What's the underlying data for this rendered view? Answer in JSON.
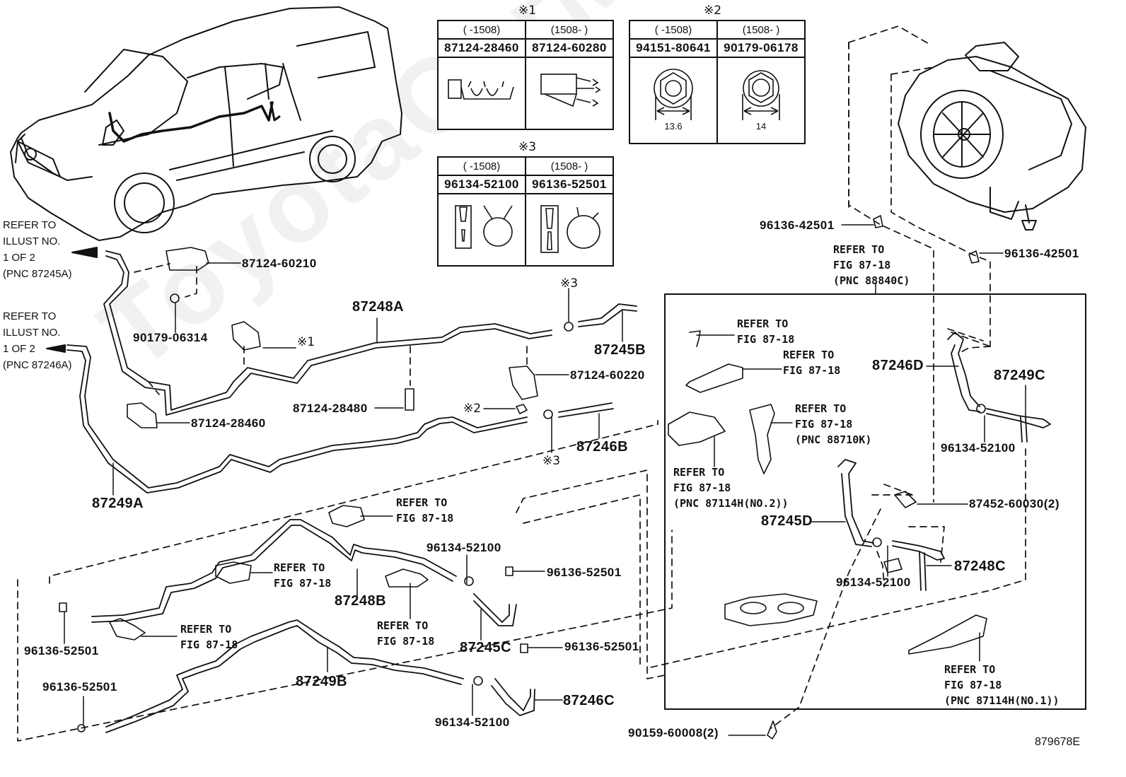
{
  "watermark": "ToyotaCarMine",
  "figure_id": "879678E",
  "variant_tables": [
    {
      "symbol": "※1",
      "columns": [
        {
          "range": "(      -1508)",
          "part_no": "87124-28460",
          "icon": "clamp-icon"
        },
        {
          "range": "(1508-      )",
          "part_no": "87124-60280",
          "icon": "clamp-icon"
        }
      ]
    },
    {
      "symbol": "※2",
      "columns": [
        {
          "range": "(      -1508)",
          "part_no": "94151-80641",
          "icon": "nut-icon",
          "dimension": "13.6"
        },
        {
          "range": "(1508-      )",
          "part_no": "90179-06178",
          "icon": "nut-icon",
          "dimension": "14"
        }
      ]
    },
    {
      "symbol": "※3",
      "columns": [
        {
          "range": "(      -1508)",
          "part_no": "96134-52100",
          "icon": "hose-clamp-icon"
        },
        {
          "range": "(1508-      )",
          "part_no": "96136-52501",
          "icon": "hose-clamp-icon"
        }
      ]
    }
  ],
  "refer_illust": [
    {
      "lines": [
        "REFER TO",
        "ILLUST NO.",
        "1 OF 2",
        "(PNC 87245A)"
      ]
    },
    {
      "lines": [
        "REFER TO",
        "ILLUST NO.",
        "1 OF 2",
        "(PNC 87246A)"
      ]
    }
  ],
  "refer_fig": {
    "generic": "REFER TO\nFIG 87-18",
    "pnc_88840c": "REFER TO\nFIG 87-18\n(PNC 88840C)",
    "pnc_88710k": "REFER TO\nFIG 87-18\n(PNC 88710K)",
    "pnc_87114h_no2": "REFER TO\nFIG 87-18\n(PNC 87114H(NO.2))",
    "pnc_87114h_no1": "REFER TO\nFIG 87-18\n(PNC 87114H(NO.1))"
  },
  "symbols": {
    "s1": "※1",
    "s2": "※2",
    "s3": "※3"
  },
  "labels": {
    "p87124_60210": "87124-60210",
    "p90179_06314": "90179-06314",
    "p87248A": "87248A",
    "p87245B": "87245B",
    "p87124_60220": "87124-60220",
    "p87124_28480": "87124-28480",
    "p87124_28460": "87124-28460",
    "p87246B": "87246B",
    "p87249A": "87249A",
    "p96136_42501_a": "96136-42501",
    "p96136_42501_b": "96136-42501",
    "p87246D": "87246D",
    "p87249C": "87249C",
    "p96134_52100_c": "96134-52100",
    "p87452_60030": "87452-60030(2)",
    "p87245D": "87245D",
    "p87248C": "87248C",
    "p96134_52100_d": "96134-52100",
    "p96134_52100_b": "96134-52100",
    "p96136_52501_b1": "96136-52501",
    "p96136_52501_b2": "96136-52501",
    "p87248B": "87248B",
    "p87245C": "87245C",
    "p96136_52501_l1": "96136-52501",
    "p96136_52501_l2": "96136-52501",
    "p87249B": "87249B",
    "p87246C": "87246C",
    "p96134_52100_e": "96134-52100",
    "p90159_60008": "90159-60008(2)"
  }
}
